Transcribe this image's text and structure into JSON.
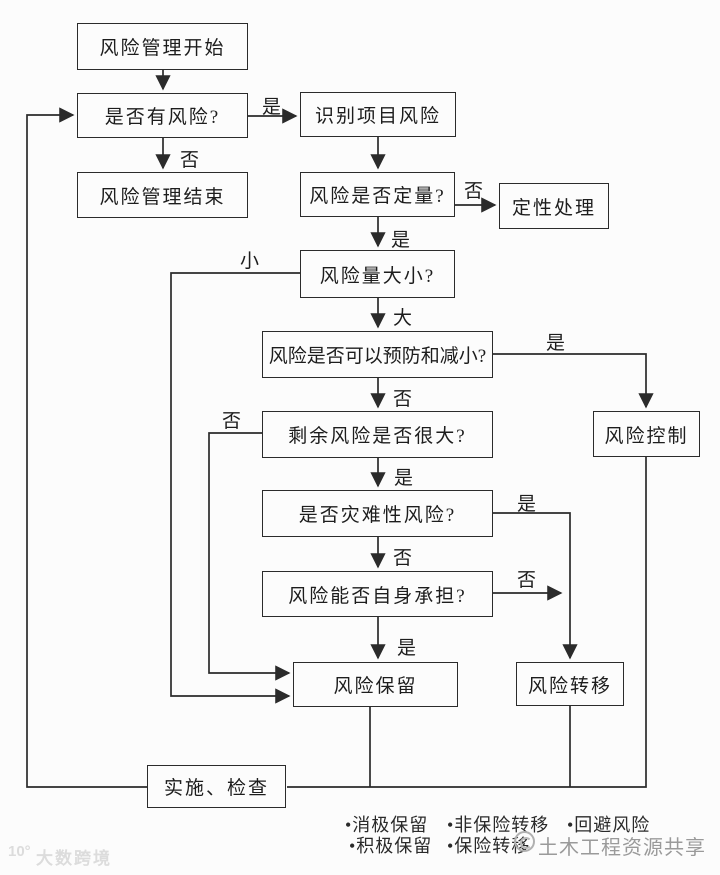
{
  "colors": {
    "background": "#fcfcfc",
    "line": "#2b2b2b",
    "text": "#1d1d1d",
    "watermark_gray": "#9a9a9a",
    "watermark_light": "#dcdcdc"
  },
  "nodes": {
    "start": {
      "label": "风险管理开始"
    },
    "has_risk": {
      "label": "是否有风险?"
    },
    "end": {
      "label": "风险管理结束"
    },
    "identify": {
      "label": "识别项目风险"
    },
    "quantify": {
      "label": "风险是否定量?"
    },
    "qualitative": {
      "label": "定性处理"
    },
    "magnitude": {
      "label": "风险量大小?"
    },
    "prevent": {
      "label": "风险是否可以预防和减小?"
    },
    "residual": {
      "label": "剩余风险是否很大?"
    },
    "catastrophic": {
      "label": "是否灾难性风险?"
    },
    "self_bear": {
      "label": "风险能否自身承担?"
    },
    "retention": {
      "label": "风险保留"
    },
    "transfer": {
      "label": "风险转移"
    },
    "control": {
      "label": "风险控制"
    },
    "implement": {
      "label": "实施、检查"
    }
  },
  "edge_labels": {
    "has_risk_yes": "是",
    "has_risk_no": "否",
    "quantify_no": "否",
    "quantify_yes": "是",
    "magnitude_small": "小",
    "magnitude_big": "大",
    "prevent_yes": "是",
    "prevent_no": "否",
    "residual_no": "否",
    "residual_yes": "是",
    "catastrophic_yes": "是",
    "catastrophic_no": "否",
    "self_bear_no": "否",
    "self_bear_yes": "是"
  },
  "legend": {
    "row1": [
      "•消极保留",
      "•非保险转移",
      "•回避风险"
    ],
    "row2": [
      "•积极保留",
      "•保险转移"
    ]
  },
  "watermarks": {
    "bottom_left_logo": "10°",
    "bottom_left": "大数跨境",
    "bottom_right": "土木工程资源共享"
  }
}
